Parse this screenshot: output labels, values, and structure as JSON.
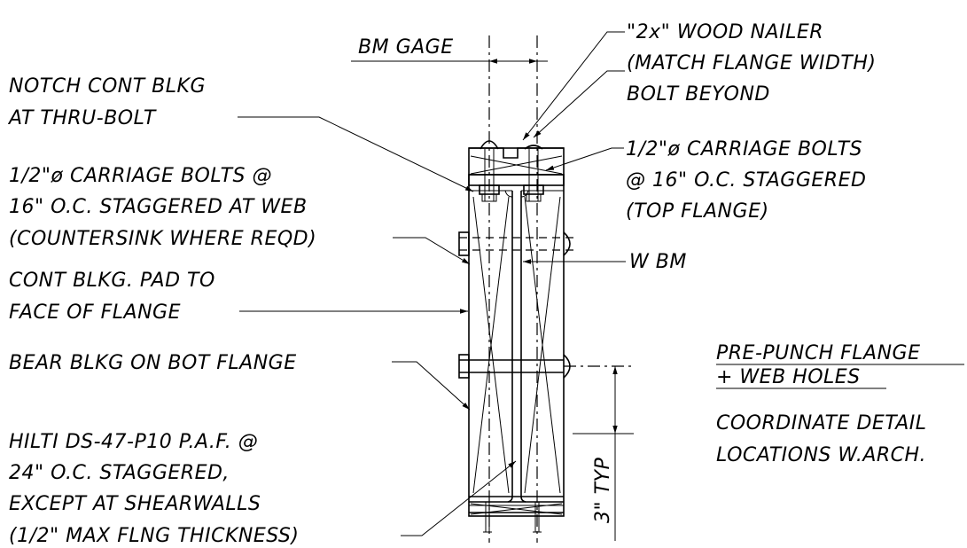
{
  "labels": {
    "bm_gage": "BM GAGE",
    "wood_nailer": [
      "\"2x\" WOOD NAILER",
      "(MATCH FLANGE WIDTH)"
    ],
    "bolt_beyond": "BOLT BEYOND",
    "notch": [
      "NOTCH CONT BLKG",
      "AT THRU-BOLT"
    ],
    "carriage_web": [
      "1/2\"ø CARRIAGE BOLTS @",
      "16\" O.C. STAGGERED AT WEB",
      "(COUNTERSINK WHERE REQD)"
    ],
    "carriage_top": [
      "1/2\"ø CARRIAGE BOLTS",
      "@ 16\" O.C. STAGGERED",
      "(TOP FLANGE)"
    ],
    "w_bm": "W BM",
    "cont_blkg": [
      "CONT BLKG. PAD TO",
      "FACE OF FLANGE"
    ],
    "bear_blkg": "BEAR BLKG ON BOT FLANGE",
    "pre_punch": [
      "PRE-PUNCH FLANGE",
      "+ WEB HOLES"
    ],
    "coordinate": [
      "COORDINATE DETAIL",
      "LOCATIONS W.ARCH."
    ],
    "hilti": [
      "HILTI DS-47-P10 P.A.F. @",
      "24\" O.C. STAGGERED,",
      "EXCEPT AT SHEARWALLS",
      "(1/2\" MAX FLNG THICKNESS)"
    ],
    "typ_dim": "3\" TYP"
  }
}
